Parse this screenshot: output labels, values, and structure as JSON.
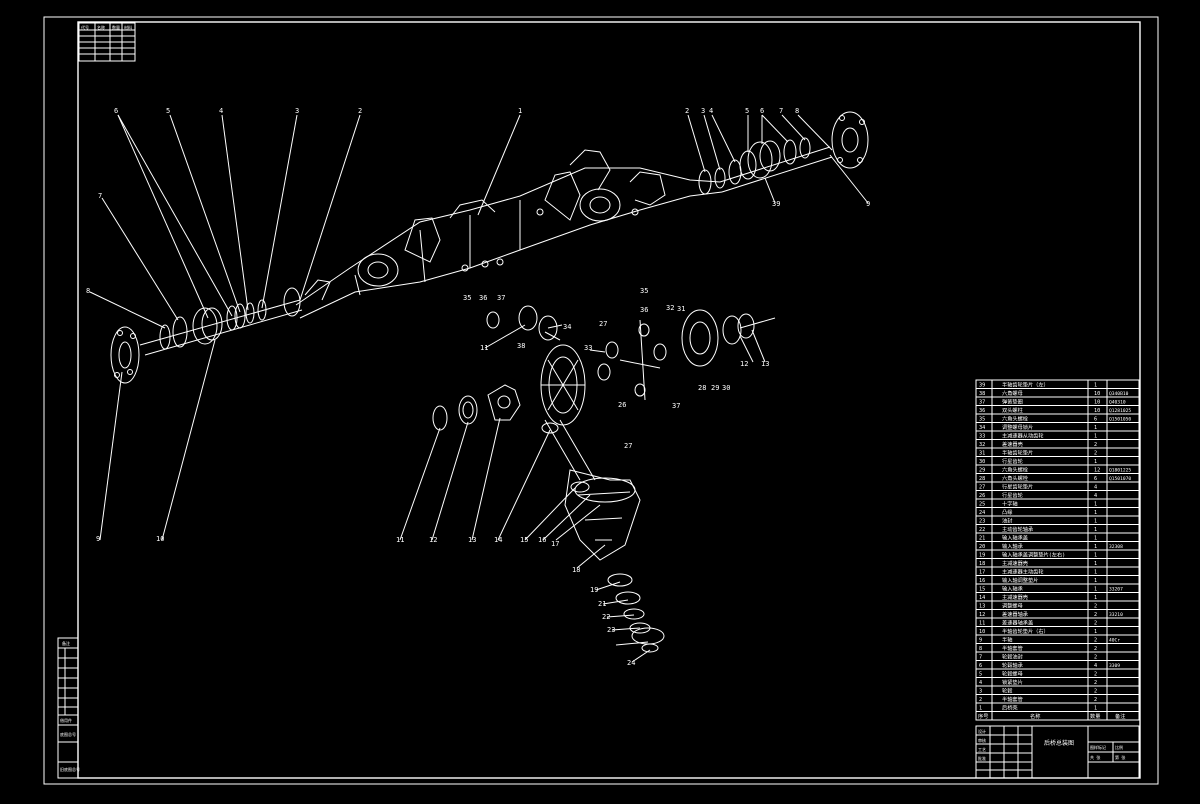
{
  "colors": {
    "background": "#000000",
    "line": "#ffffff"
  },
  "callouts": [
    {
      "id": "c1",
      "text": "1"
    },
    {
      "id": "c2",
      "text": "2"
    },
    {
      "id": "c3",
      "text": "3"
    },
    {
      "id": "c4",
      "text": "4"
    },
    {
      "id": "c5",
      "text": "5"
    },
    {
      "id": "c6",
      "text": "6"
    },
    {
      "id": "c7",
      "text": "7"
    },
    {
      "id": "c8",
      "text": "8"
    },
    {
      "id": "c9",
      "text": "9"
    },
    {
      "id": "c10",
      "text": "10"
    },
    {
      "id": "r2",
      "text": "2"
    },
    {
      "id": "r3",
      "text": "3"
    },
    {
      "id": "r4",
      "text": "4"
    },
    {
      "id": "r5",
      "text": "5"
    },
    {
      "id": "r6",
      "text": "6"
    },
    {
      "id": "r7",
      "text": "7"
    },
    {
      "id": "r8",
      "text": "8"
    },
    {
      "id": "r9",
      "text": "9"
    },
    {
      "id": "r39",
      "text": "39"
    },
    {
      "id": "c11",
      "text": "11"
    },
    {
      "id": "c12",
      "text": "12"
    },
    {
      "id": "c13",
      "text": "13"
    },
    {
      "id": "c14",
      "text": "14"
    },
    {
      "id": "c15",
      "text": "15"
    },
    {
      "id": "c16",
      "text": "16"
    },
    {
      "id": "c17",
      "text": "17"
    },
    {
      "id": "c18",
      "text": "18"
    },
    {
      "id": "c19",
      "text": "19"
    },
    {
      "id": "c21",
      "text": "21"
    },
    {
      "id": "c22",
      "text": "22"
    },
    {
      "id": "c23",
      "text": "23"
    },
    {
      "id": "c24",
      "text": "24"
    },
    {
      "id": "c26",
      "text": "26"
    },
    {
      "id": "c27",
      "text": "27"
    },
    {
      "id": "c28",
      "text": "28"
    },
    {
      "id": "c29",
      "text": "29"
    },
    {
      "id": "c30",
      "text": "30"
    },
    {
      "id": "c31",
      "text": "31"
    },
    {
      "id": "c32",
      "text": "32"
    },
    {
      "id": "c33",
      "text": "33"
    },
    {
      "id": "c34",
      "text": "34"
    },
    {
      "id": "c35",
      "text": "35"
    },
    {
      "id": "c36",
      "text": "36"
    },
    {
      "id": "c37",
      "text": "37"
    },
    {
      "id": "c38",
      "text": "38"
    },
    {
      "id": "cr12",
      "text": "12"
    },
    {
      "id": "cr13",
      "text": "13"
    },
    {
      "id": "cr11",
      "text": "11"
    },
    {
      "id": "c35b",
      "text": "35"
    },
    {
      "id": "c36b",
      "text": "36"
    },
    {
      "id": "c37b",
      "text": "37"
    },
    {
      "id": "c27b",
      "text": "27"
    }
  ],
  "parts_list": {
    "rows": [
      {
        "no": "39",
        "name": "半轴齿轮垫片（左）",
        "qty": "1",
        "spec": ""
      },
      {
        "no": "38",
        "name": "六角螺母",
        "qty": "10",
        "spec": "Q340B10"
      },
      {
        "no": "37",
        "name": "弹簧垫圈",
        "qty": "10",
        "spec": "Q40310"
      },
      {
        "no": "36",
        "name": "双头螺柱",
        "qty": "10",
        "spec": "Q1281025"
      },
      {
        "no": "35",
        "name": "六角头螺栓",
        "qty": "6",
        "spec": "Q1501050"
      },
      {
        "no": "34",
        "name": "调整螺母锁片",
        "qty": "1",
        "spec": ""
      },
      {
        "no": "33",
        "name": "主减速器从动齿轮",
        "qty": "1",
        "spec": ""
      },
      {
        "no": "32",
        "name": "差速器壳",
        "qty": "2",
        "spec": ""
      },
      {
        "no": "31",
        "name": "半轴齿轮垫片",
        "qty": "2",
        "spec": ""
      },
      {
        "no": "30",
        "name": "行星齿轮",
        "qty": "1",
        "spec": ""
      },
      {
        "no": "29",
        "name": "六角头螺栓",
        "qty": "12",
        "spec": "Q1801225"
      },
      {
        "no": "28",
        "name": "六角头螺栓",
        "qty": "6",
        "spec": "Q1501070"
      },
      {
        "no": "27",
        "name": "行星齿轮垫片",
        "qty": "4",
        "spec": ""
      },
      {
        "no": "26",
        "name": "行星齿轮",
        "qty": "4",
        "spec": ""
      },
      {
        "no": "25",
        "name": "十字轴",
        "qty": "1",
        "spec": ""
      },
      {
        "no": "24",
        "name": "凸缘",
        "qty": "1",
        "spec": ""
      },
      {
        "no": "23",
        "name": "油封",
        "qty": "1",
        "spec": ""
      },
      {
        "no": "22",
        "name": "主动齿轮轴承",
        "qty": "1",
        "spec": ""
      },
      {
        "no": "21",
        "name": "输入轴承盖",
        "qty": "1",
        "spec": ""
      },
      {
        "no": "20",
        "name": "输入轴承",
        "qty": "1",
        "spec": "32308"
      },
      {
        "no": "19",
        "name": "输入轴承盖调整垫片(左右)",
        "qty": "1",
        "spec": ""
      },
      {
        "no": "18",
        "name": "主减速器壳",
        "qty": "1",
        "spec": ""
      },
      {
        "no": "17",
        "name": "主减速器主动齿轮",
        "qty": "1",
        "spec": ""
      },
      {
        "no": "16",
        "name": "输入轴调整垫片",
        "qty": "1",
        "spec": ""
      },
      {
        "no": "15",
        "name": "输入轴承",
        "qty": "1",
        "spec": "33207"
      },
      {
        "no": "14",
        "name": "主减速器壳",
        "qty": "1",
        "spec": ""
      },
      {
        "no": "13",
        "name": "调整螺母",
        "qty": "2",
        "spec": ""
      },
      {
        "no": "12",
        "name": "差速器轴承",
        "qty": "2",
        "spec": "33210"
      },
      {
        "no": "11",
        "name": "差速器轴承盖",
        "qty": "2",
        "spec": ""
      },
      {
        "no": "10",
        "name": "半轴齿轮垫片（右）",
        "qty": "1",
        "spec": ""
      },
      {
        "no": "9",
        "name": "半轴",
        "qty": "2",
        "spec": "40Cr"
      },
      {
        "no": "8",
        "name": "半轴套管",
        "qty": "2",
        "spec": ""
      },
      {
        "no": "7",
        "name": "轮毂油封",
        "qty": "2",
        "spec": ""
      },
      {
        "no": "6",
        "name": "轮毂轴承",
        "qty": "4",
        "spec": "3309"
      },
      {
        "no": "5",
        "name": "轮毂螺母",
        "qty": "2",
        "spec": ""
      },
      {
        "no": "4",
        "name": "锁紧垫片",
        "qty": "2",
        "spec": ""
      },
      {
        "no": "3",
        "name": "轮毂",
        "qty": "2",
        "spec": ""
      },
      {
        "no": "2",
        "name": "半轴套管",
        "qty": "2",
        "spec": ""
      },
      {
        "no": "1",
        "name": "后桥壳",
        "qty": "1",
        "spec": ""
      }
    ],
    "header": {
      "no": "序号",
      "name": "名称",
      "qty": "数量",
      "spec": "备注"
    }
  },
  "title_block": {
    "drawing_title": "后桥总装图",
    "labels": [
      "标记",
      "处数",
      "分区",
      "签名",
      "设计",
      "审核",
      "工艺",
      "批准"
    ],
    "small": [
      "图样标记",
      "重量",
      "比例",
      "共 张",
      "第 张"
    ]
  },
  "top_left_block": [
    "代号",
    "名称",
    "数量",
    "材料"
  ],
  "left_strip": [
    "备注",
    "借用件",
    "底图总号",
    "签字",
    "日期",
    "旧底图总号"
  ]
}
